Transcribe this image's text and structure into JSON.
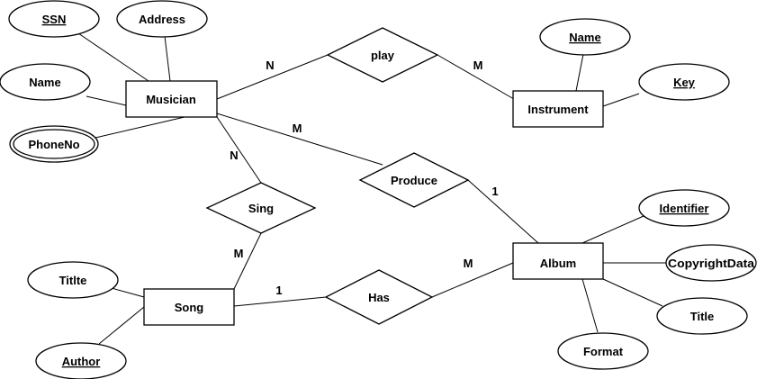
{
  "entities": {
    "musician": "Musician",
    "instrument": "Instrument",
    "song": "Song",
    "album": "Album"
  },
  "relationships": {
    "play": "play",
    "produce": "Produce",
    "sing": "Sing",
    "has": "Has"
  },
  "attributes": {
    "ssn": "SSN",
    "address": "Address",
    "musician_name": "Name",
    "phone_no": "PhoneNo",
    "instrument_name": "Name",
    "key": "Key",
    "titlte": "Titlte",
    "author": "Author",
    "identifier": "Identifier",
    "copyright_data": "CopyrightData",
    "title": "Title",
    "format": "Format"
  },
  "cardinalities": {
    "musician_play": "N",
    "play_instrument": "M",
    "musician_produce": "M",
    "produce_album": "1",
    "musician_sing": "N",
    "sing_song": "M",
    "song_has": "1",
    "has_album": "M"
  }
}
